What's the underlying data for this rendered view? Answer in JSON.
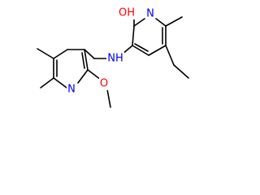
{
  "molecule": {
    "atoms": {
      "hydroxyl": {
        "label": "OH",
        "color": "#ff0000"
      },
      "ring_a_nitrogen": {
        "label": "N",
        "color": "#0000ff"
      },
      "amine": {
        "label": "NH",
        "color": "#0000ff"
      },
      "ring_b_nitrogen": {
        "label": "N",
        "color": "#0000ff"
      },
      "methoxy_oxygen": {
        "label": "O",
        "color": "#ff0000"
      }
    }
  }
}
